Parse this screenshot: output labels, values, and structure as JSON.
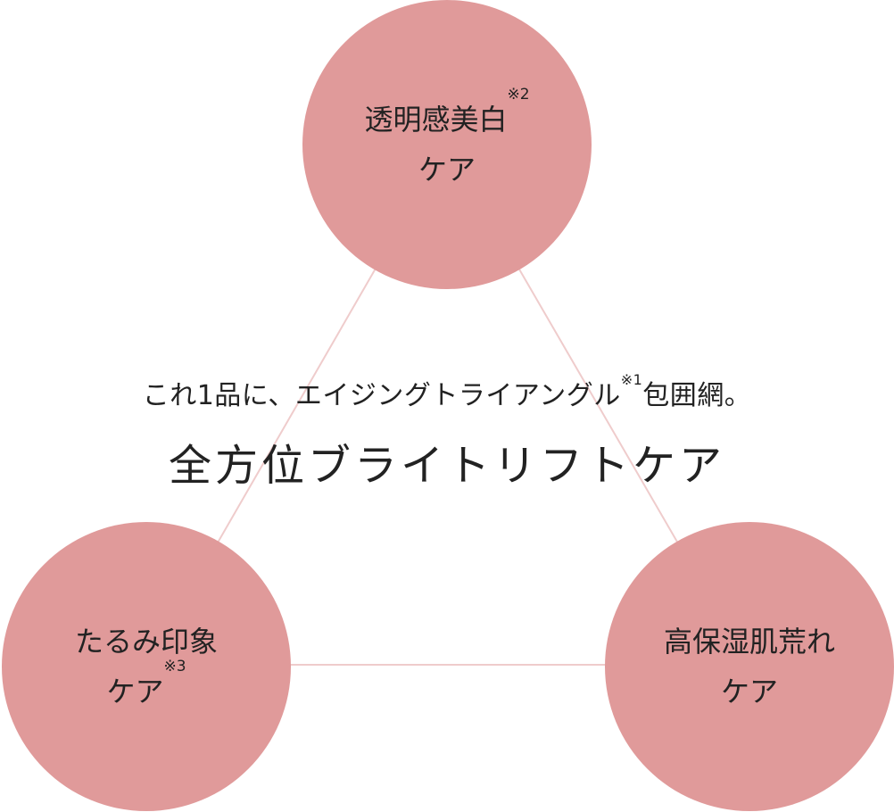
{
  "colors": {
    "circle": "#e09a9a",
    "line": "#efcccc",
    "text": "#222222"
  },
  "nodes": {
    "top": {
      "line1": "透明感美白",
      "note1": "※2",
      "line2": "ケア"
    },
    "left": {
      "line1": "たるみ印象",
      "line2": "ケア",
      "note2": "※3"
    },
    "right": {
      "line1": "高保湿肌荒れ",
      "line2": "ケア"
    }
  },
  "center": {
    "tagline_a": "これ1品に、エイジングトライアングル",
    "tagline_note": "※1",
    "tagline_b": "包囲網。",
    "title": "全方位ブライトリフトケア"
  }
}
